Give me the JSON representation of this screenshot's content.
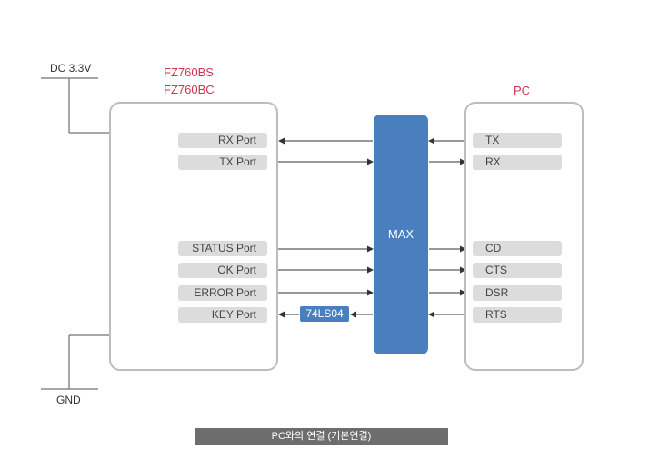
{
  "power": {
    "vcc_label": "DC 3.3V",
    "gnd_label": "GND"
  },
  "device": {
    "title_line1": "FZ760BS",
    "title_line2": "FZ760BC",
    "ports": [
      "RX Port",
      "TX Port",
      "STATUS Port",
      "OK Port",
      "ERROR Port",
      "KEY Port"
    ]
  },
  "pc": {
    "title": "PC",
    "ports": [
      "TX",
      "RX",
      "CD",
      "CTS",
      "DSR",
      "RTS"
    ]
  },
  "max_label": "MAX",
  "inverter_label": "74LS04",
  "caption": "PC와의 연결 (기본연결)",
  "colors": {
    "accent": "#4a7fbf",
    "title_red": "#d0344f",
    "pill_gray": "#dcdcdc",
    "caption_bg": "#6d6d6d"
  }
}
